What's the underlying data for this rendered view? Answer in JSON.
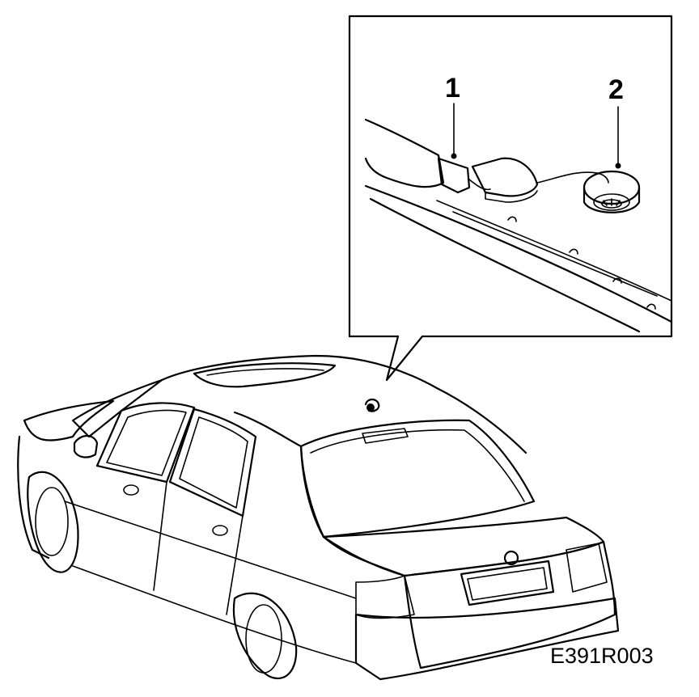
{
  "callouts": [
    {
      "label": "1"
    },
    {
      "label": "2"
    }
  ],
  "figure_code": "E391R003"
}
